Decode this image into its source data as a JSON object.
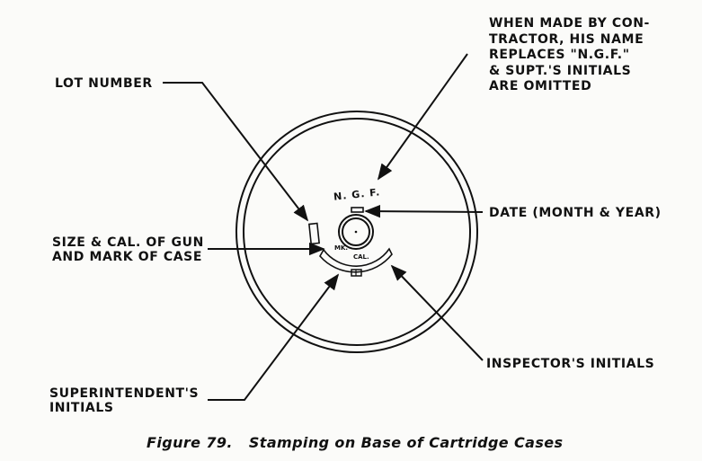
{
  "figure": {
    "number_label": "Figure 79.",
    "title": "Stamping on Base of Cartridge Cases"
  },
  "callouts": {
    "contractor_note": [
      "WHEN MADE BY CON-",
      "TRACTOR, HIS NAME",
      "REPLACES  \"N.G.F.\"",
      "& SUPT.'S INITIALS",
      "ARE OMITTED"
    ],
    "lot_number": "LOT NUMBER",
    "date": "DATE (MONTH & YEAR)",
    "size_cal": [
      "SIZE & CAL. OF GUN",
      "AND MARK OF CASE"
    ],
    "inspector": "INSPECTOR'S INITIALS",
    "superintendent": [
      "SUPERINTENDENT'S",
      "INITIALS"
    ]
  },
  "stamps": {
    "ngf": "N. G. F.",
    "mk": "MK.",
    "cal": "CAL."
  },
  "colors": {
    "ink": "#111111",
    "paper": "#fbfbf9"
  }
}
